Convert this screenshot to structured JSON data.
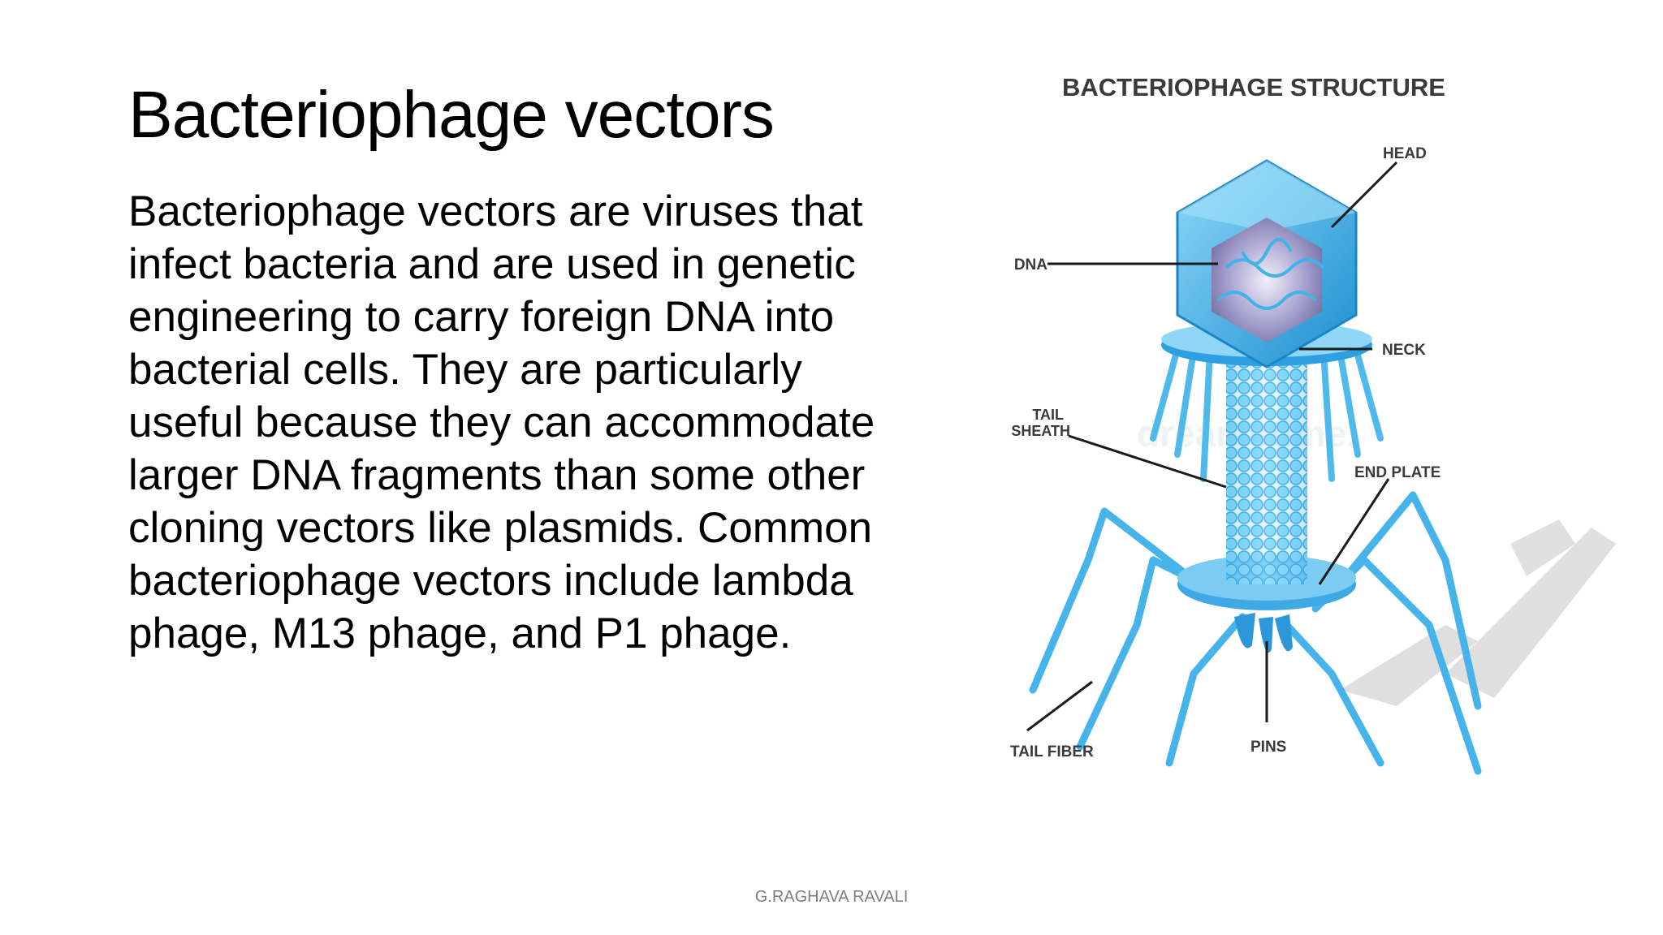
{
  "slide": {
    "title": "Bacteriophage vectors",
    "body": "Bacteriophage vectors are viruses that infect bacteria and are used in genetic engineering to carry foreign DNA into bacterial cells. They are particularly useful because they can accommodate larger DNA fragments than some other cloning vectors like plasmids. Common bacteriophage vectors include lambda phage, M13 phage, and P1 phage.",
    "footer": "G.RAGHAVA RAVALI"
  },
  "diagram": {
    "title": "BACTERIOPHAGE STRUCTURE",
    "labels": {
      "head": "HEAD",
      "dna": "DNA",
      "neck": "NECK",
      "tail_sheath_line1": "TAIL",
      "tail_sheath_line2": "SHEATH",
      "end_plate": "END PLATE",
      "tail_fiber": "TAIL FIBER",
      "pins": "PINS"
    },
    "watermark": "dreamstime.",
    "colors": {
      "capsid": "#29a3e0",
      "capsid_light": "#7fd0f5",
      "dna_core": "#8a84b8",
      "tail": "#4cb8ea",
      "shadow": "#d6d6d6",
      "label": "#3a3a3a"
    }
  }
}
